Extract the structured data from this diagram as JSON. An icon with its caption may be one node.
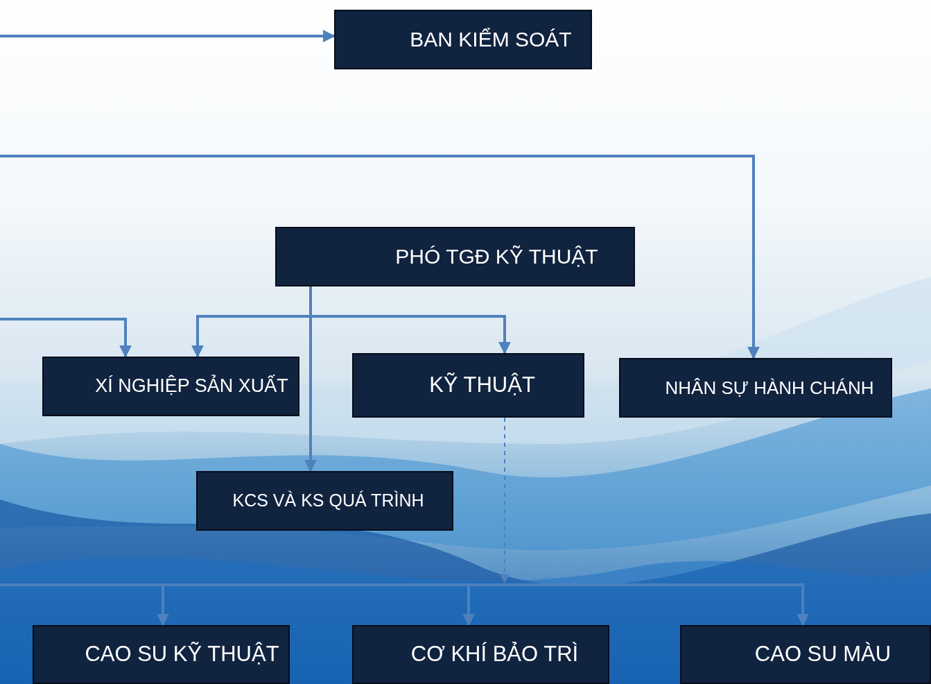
{
  "diagram": {
    "nodes": [
      {
        "text": [
          "BAN KIỂM SOÁT"
        ]
      },
      {
        "text": [
          "PHÓ TGĐ KỸ THUẬT"
        ]
      },
      {
        "text": [
          "XÍ NGHIỆP SẢN XUẤT"
        ]
      },
      {
        "text": [
          "KỸ THUẬT"
        ]
      },
      {
        "text": [
          "NHÂN SỰ HÀNH CHÁNH"
        ]
      },
      {
        "text": [
          "KCS VÀ KS QUÁ TRÌNH"
        ]
      },
      {
        "text": [
          "CAO SU KỸ THUẬT"
        ]
      },
      {
        "text": [
          "CƠ KHÍ BẢO TRÌ"
        ]
      },
      {
        "text": [
          "CAO SU MÀU"
        ]
      }
    ],
    "edges": [
      {
        "from": null,
        "to": 0,
        "arrow": "to"
      },
      {
        "from": null,
        "to": 4,
        "arrow": "to"
      },
      {
        "from": null,
        "to": 2,
        "arrow": "to"
      },
      {
        "from": 1,
        "to": 2,
        "arrow": "to"
      },
      {
        "from": 1,
        "to": 3,
        "arrow": "to"
      },
      {
        "from": 1,
        "to": 5,
        "arrow": "to"
      },
      {
        "from": 3,
        "to": null,
        "arrow": "to",
        "style": "dashed"
      },
      {
        "from": null,
        "to": 6,
        "arrow": "to"
      },
      {
        "from": null,
        "to": 7,
        "arrow": "to"
      },
      {
        "from": null,
        "to": 8,
        "arrow": "to"
      }
    ]
  }
}
